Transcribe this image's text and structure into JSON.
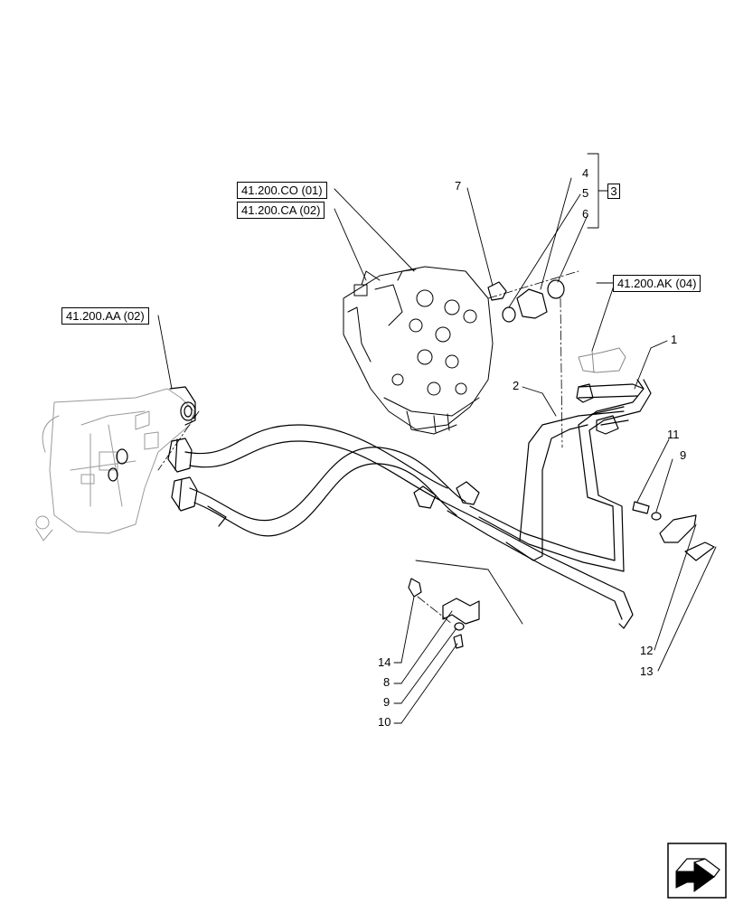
{
  "references": [
    {
      "id": "ref-co",
      "label": "41.200.CO (01)"
    },
    {
      "id": "ref-ca",
      "label": "41.200.CA (02)"
    },
    {
      "id": "ref-aa",
      "label": "41.200.AA (02)"
    },
    {
      "id": "ref-ak",
      "label": "41.200.AK (04)"
    }
  ],
  "group_label": "3",
  "callouts": [
    "1",
    "2",
    "4",
    "5",
    "6",
    "7",
    "8",
    "9",
    "9",
    "10",
    "11",
    "12",
    "13",
    "14"
  ],
  "nav_icon": "next-page-arrow-icon"
}
